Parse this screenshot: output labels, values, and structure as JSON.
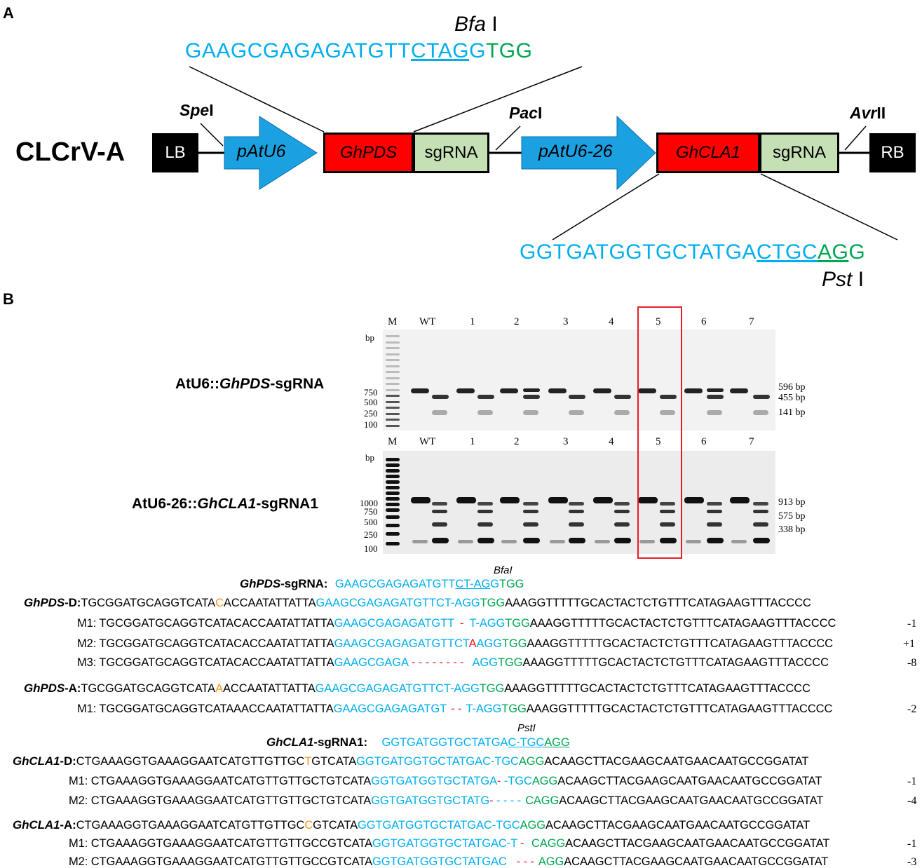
{
  "panel_a": {
    "letter": "A",
    "construct_name": "CLCrV-A",
    "top_seq": {
      "blue": "GAAGCGAGAGATGTT",
      "site": "CTAG",
      "blue_tail": "G",
      "pam": "TGG"
    },
    "top_enzyme": {
      "name": "Bfa",
      "suffix": " I"
    },
    "bottom_seq": {
      "blue": "GGTGATGGTGCTATGA",
      "site_blue": "CTGC",
      "site_pam": "AG",
      "pam_tail": "G"
    },
    "bottom_enzyme": {
      "name": "Pst",
      "suffix": " I"
    },
    "sites": {
      "spe": {
        "name": "Spe",
        "suffix": "I"
      },
      "pac": {
        "name": "Pac",
        "suffix": "I"
      },
      "avr": {
        "name": "Avr",
        "suffix": "II"
      }
    },
    "elements": {
      "lb": "LB",
      "promoter1": "pAtU6",
      "gene1": "GhPDS",
      "sgrna1": "sgRNA",
      "promoter2": "pAtU6-26",
      "gene2": "GhCLA1",
      "sgrna2": "sgRNA",
      "rb": "RB"
    },
    "colors": {
      "promoter": "#1ba1e2",
      "gene": "#ff0000",
      "sgrna": "#c5e0b4",
      "border": "#000000",
      "blue_text": "#00aeef",
      "green_text": "#00a651"
    }
  },
  "panel_b": {
    "letter": "B",
    "gel1": {
      "title_prefix": "AtU6::",
      "title_gene": "GhPDS",
      "title_suffix": "-sgRNA",
      "lanes": [
        "M",
        "WT",
        "1",
        "2",
        "3",
        "4",
        "5",
        "6",
        "7"
      ],
      "ladder_unit": "bp",
      "ladder": [
        "750",
        "500",
        "250",
        "100"
      ],
      "sizes": [
        "596 bp",
        "455 bp",
        "141 bp"
      ]
    },
    "gel2": {
      "title_prefix": "AtU6-26::",
      "title_gene": "GhCLA1",
      "title_suffix": "-sgRNA1",
      "lanes": [
        "M",
        "WT",
        "1",
        "2",
        "3",
        "4",
        "5",
        "6",
        "7"
      ],
      "ladder_unit": "bp",
      "ladder": [
        "1000",
        "750",
        "500",
        "250",
        "100"
      ],
      "sizes": [
        "913 bp",
        "575 bp",
        "338 bp"
      ]
    },
    "pds": {
      "enzyme": "BfaI",
      "sgrna_label_gene": "GhPDS",
      "sgrna_label_suffix": "-sgRNA:",
      "sgrna_pre": "GAAGCGAGAGATGTT",
      "sgrna_site": "CT-AG",
      "sgrna_g": "G",
      "sgrna_pam": "TGG",
      "d_label_gene": "GhPDS",
      "d_label_suffix": "-D:",
      "d_pre": "TGCGGATGCAGGTCATA",
      "d_snp": "C",
      "d_mid": "ACCAATATTATTA",
      "d_blue": "GAAGCGAGAGATGTTCT-AGG",
      "d_pam": "TGG",
      "d_post": "AAAGGTTTTTGCACTACTCTGTTTCATAGAAGTTTACCCC",
      "d_m1": {
        "label": "M1:",
        "black": "TGCGGATGCAGGTCATACACCAATATTATTA",
        "blue1": "GAAGCGAGAGATGTT",
        "red": "-",
        "blue2": "T-AGG",
        "pam": "TGG",
        "post": "AAAGGTTTTTGCACTACTCTGTTTCATAGAAGTTTACCCC",
        "delta": "-1"
      },
      "d_m2": {
        "label": "M2:",
        "black": "TGCGGATGCAGGTCATACACCAATATTATTA",
        "blue1": "GAAGCGAGAGATGTTCT",
        "red": "A",
        "blue2": "AGG",
        "pam": "TGG",
        "post": "AAAGGTTTTTGCACTACTCTGTTTCATAGAAGTTTACCCC",
        "delta": "+1"
      },
      "d_m3": {
        "label": "M3:",
        "black": "TGCGGATGCAGGTCATACACCAATATTATTA",
        "blue1": "GAAGCGAGA",
        "red": "- - - - - - - -",
        "blue2": "AGG",
        "pam": "TGG",
        "post": "AAAGGTTTTTGCACTACTCTGTTTCATAGAAGTTTACCCC",
        "delta": "-8"
      },
      "a_label_gene": "GhPDS",
      "a_label_suffix": "-A:",
      "a_pre": "TGCGGATGCAGGTCATA",
      "a_snp": "A",
      "a_mid": "ACCAATATTATTA",
      "a_blue": "GAAGCGAGAGATGTTCT-AGG",
      "a_pam": "TGG",
      "a_post": "AAAGGTTTTTGCACTACTCTGTTTCATAGAAGTTTACCCC",
      "a_m1": {
        "label": "M1:",
        "black": "TGCGGATGCAGGTCATAAACCAATATTATTA",
        "blue1": "GAAGCGAGAGATGT",
        "red": "- -",
        "blue2": "T-AGG",
        "pam": "TGG",
        "post": "AAAGGTTTTTGCACTACTCTGTTTCATAGAAGTTTACCCC",
        "delta": "-2"
      }
    },
    "cla": {
      "enzyme": "PstI",
      "sgrna_label_gene": "GhCLA1",
      "sgrna_label_suffix": "-sgRNA1:",
      "sgrna_pre": "GGTGATGGTGCTATGA",
      "sgrna_site": "C-TGC",
      "sgrna_pam": "AGG",
      "d_label_gene": "GhCLA1",
      "d_label_suffix": "-D:",
      "d_pre": "CTGAAAGGTGAAAGGAATCATGTTGTTGC",
      "d_snp": "T",
      "d_mid": "GTCATA",
      "d_blue": "GGTGATGGTGCTATGAC-TGC",
      "d_pam": "AGG",
      "d_post": "ACAAGCTTACGAAGCAATGAACAATGCCGGATAT",
      "d_m1": {
        "label": "M1:",
        "black": "CTGAAAGGTGAAAGGAATCATGTTGTTGCTGTCATA",
        "blue1": "GGTGATGGTGCTATGA",
        "red": "-",
        "blue2": " -TGC",
        "pam": "AGG",
        "post": "ACAAGCTTACGAAGCAATGAACAATGCCGGATAT",
        "delta": "-1"
      },
      "d_m2": {
        "label": "M2:",
        "black": "CTGAAAGGTGAAAGGAATCATGTTGTTGCTGTCATA",
        "blue1": "GGTGATGGTGCTATG",
        "red": "-",
        "blue2": " - - - -",
        "pam": "CAGG",
        "post": "ACAAGCTTACGAAGCAATGAACAATGCCGGATAT",
        "delta": "-4"
      },
      "a_label_gene": "GhCLA1",
      "a_label_suffix": "-A:",
      "a_pre": "CTGAAAGGTGAAAGGAATCATGTTGTTGC",
      "a_snp": "C",
      "a_mid": "GTCATA",
      "a_blue": "GGTGATGGTGCTATGAC-TGC",
      "a_pam": "AGG",
      "a_post": "ACAAGCTTACGAAGCAATGAACAATGCCGGATAT",
      "a_m1": {
        "label": "M1:",
        "black": "CTGAAAGGTGAAAGGAATCATGTTGTTGCCGTCATA",
        "blue1": "GGTGATGGTGCTATGAC-T",
        "red": "-",
        "blue2": " ",
        "pam": "CAGG",
        "post": "ACAAGCTTACGAAGCAATGAACAATGCCGGATAT",
        "delta": "-1"
      },
      "a_m2": {
        "label": "M2:",
        "black": "CTGAAAGGTGAAAGGAATCATGTTGTTGCCGTCATA",
        "blue1": "GGTGATGGTGCTATGAC",
        "red": "- - -",
        "blue2": "",
        "pam": "AGG",
        "post": "ACAAGCTTACGAAGCAATGAACAATGCCGGATAT",
        "delta": "-3"
      }
    }
  }
}
